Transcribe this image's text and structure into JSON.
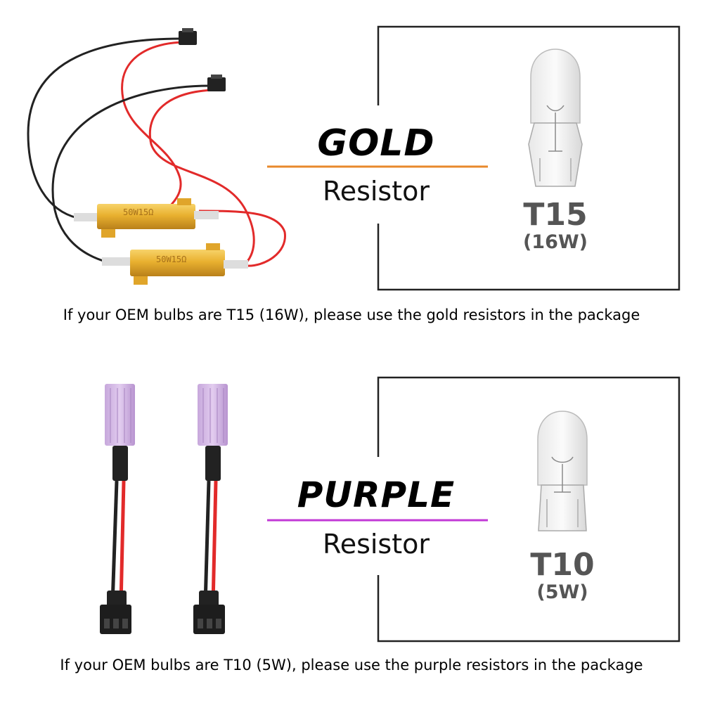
{
  "gold_section": {
    "heading": "GOLD",
    "subheading": "Resistor",
    "bulb_code": "T15",
    "bulb_watt": "(16W)",
    "resistor_label": "50W15Ω",
    "caption": "If your OEM bulbs are T15 (16W), please use the gold resistors in the package",
    "accent_color": "#e8892c"
  },
  "purple_section": {
    "heading": "PURPLE",
    "subheading": "Resistor",
    "bulb_code": "T10",
    "bulb_watt": "(5W)",
    "caption": "If your OEM bulbs are T10 (5W), please use the purple resistors in the package",
    "accent_color": "#c23ad6"
  },
  "icons": [
    "gold-resistor-icon",
    "purple-resistor-icon",
    "t15-bulb-icon",
    "t10-bulb-icon",
    "connector-icon"
  ]
}
